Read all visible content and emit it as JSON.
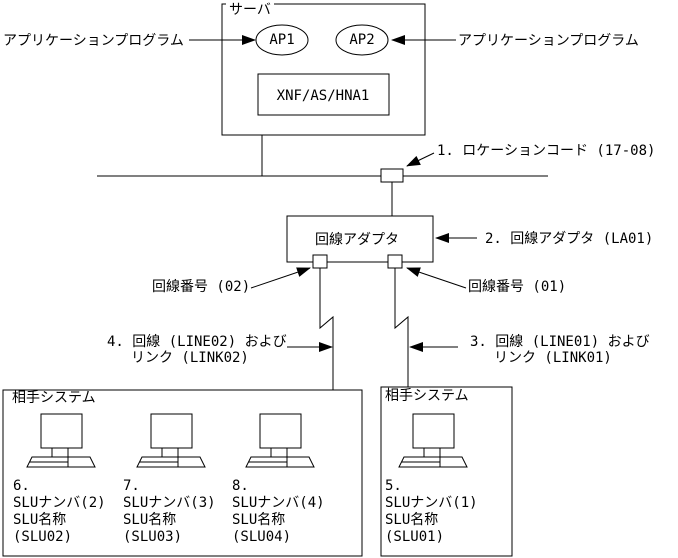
{
  "colors": {
    "ink": "#000000",
    "paper": "#ffffff"
  },
  "server": {
    "label": "サーバ",
    "ap1": "AP1",
    "ap2": "AP2",
    "software": "XNF/AS/HNA1"
  },
  "app_program_left": "アプリケーションプログラム",
  "app_program_right": "アプリケーションプログラム",
  "adapter": {
    "label": "回線アダプタ"
  },
  "annotations": {
    "location_code": "1. ロケーションコード (17-08)",
    "adapter_id": "2. 回線アダプタ (LA01)",
    "line01_line1": "3. 回線 (LINE01) および",
    "line01_line2": "リンク (LINK01)",
    "line02_line1": "4. 回線 (LINE02) および",
    "line02_line2": "リンク (LINK02)",
    "line_number_02": "回線番号 (02)",
    "line_number_01": "回線番号 (01)"
  },
  "left_system": {
    "label": "相手システム",
    "terminals": [
      {
        "num": "6.",
        "slu": "SLUナンバ(2)",
        "name_label": "SLU名称",
        "name": "(SLU02)"
      },
      {
        "num": "7.",
        "slu": "SLUナンバ(3)",
        "name_label": "SLU名称",
        "name": "(SLU03)"
      },
      {
        "num": "8.",
        "slu": "SLUナンバ(4)",
        "name_label": "SLU名称",
        "name": "(SLU04)"
      }
    ]
  },
  "right_system": {
    "label": "相手システム",
    "terminals": [
      {
        "num": "5.",
        "slu": "SLUナンバ(1)",
        "name_label": "SLU名称",
        "name": "(SLU01)"
      }
    ]
  }
}
